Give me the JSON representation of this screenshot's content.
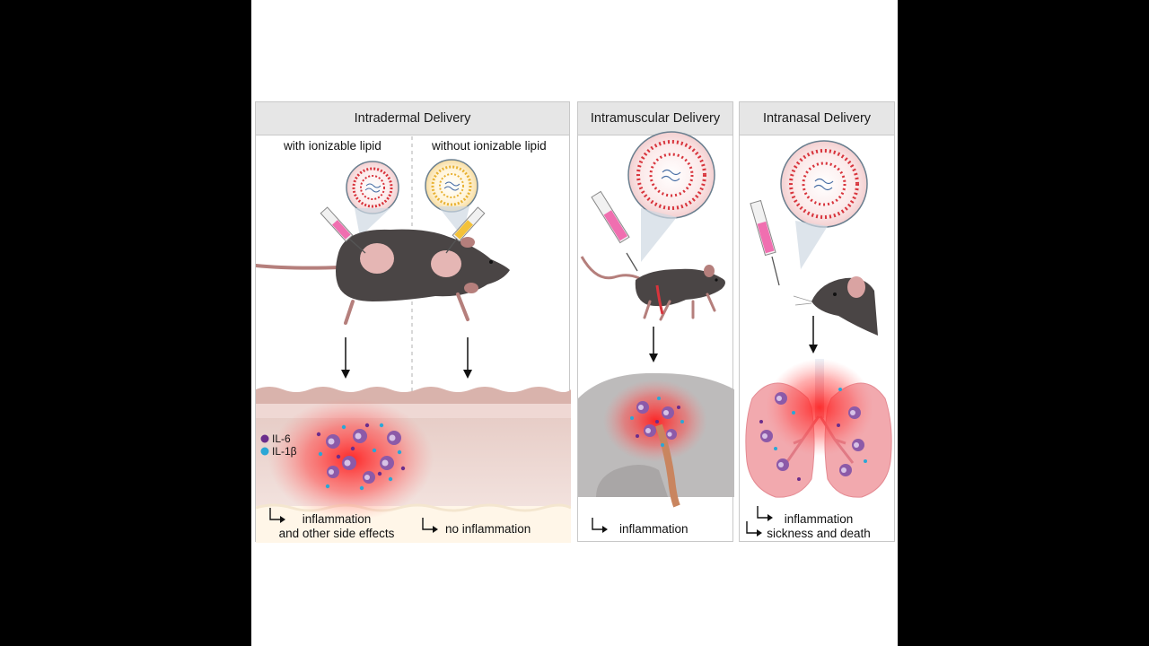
{
  "panels": {
    "intradermal": {
      "title": "Intradermal Delivery",
      "left_subtitle": "with ionizable lipid",
      "right_subtitle": "without ionizable lipid",
      "left_outcome_line1": "inflammation",
      "left_outcome_line2": "and other side effects",
      "right_outcome": "no inflammation"
    },
    "intramuscular": {
      "title": "Intramuscular Delivery",
      "outcome": "inflammation"
    },
    "intranasal": {
      "title": "Intranasal Delivery",
      "outcome_line1": "inflammation",
      "outcome_line2": "sickness and death"
    }
  },
  "legend": {
    "items": [
      {
        "label": "IL-6",
        "color": "#6b2d8c"
      },
      {
        "label": "IL-1β",
        "color": "#2aa7d6"
      }
    ]
  },
  "colors": {
    "mouse_fur": "#4a4545",
    "lnp_red": "#d8343c",
    "lnp_yellow": "#e8b234",
    "inflammation_red": "#ff2a2a",
    "skin": "#e8c9c4"
  }
}
